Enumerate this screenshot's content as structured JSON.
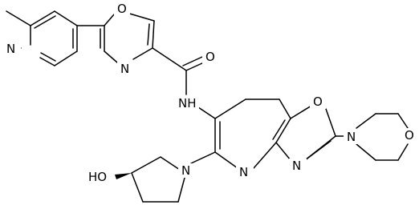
{
  "molecule": {
    "atoms": {
      "n_pyridine": "N",
      "o_oxazole": "O",
      "n_oxazole": "N",
      "o_carbonyl": "O",
      "nh_amide": "NH",
      "o_fused_oxazole": "O",
      "n_fused_oxazole": "N",
      "n_morpholine": "N",
      "o_morpholine": "O",
      "n_fused_pyridine": "N",
      "n_pyrrolidine": "N",
      "ho_hydroxyl": "HO"
    }
  }
}
